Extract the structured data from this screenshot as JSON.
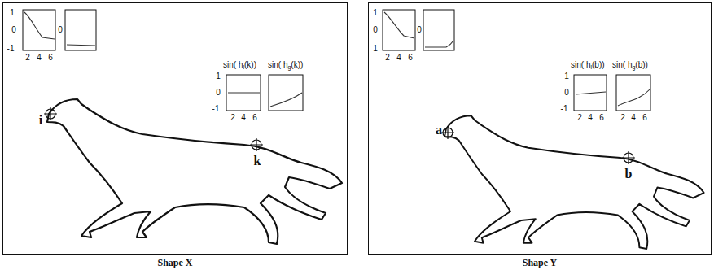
{
  "diagram": {
    "nodes": [
      {
        "text": [
          "Shape X"
        ]
      },
      {
        "text": [
          "Shape Y"
        ]
      }
    ],
    "labels": [
      "1",
      "0",
      "-1",
      "0",
      "2",
      "4",
      "6",
      "sin( h",
      "l",
      "(k))",
      "sin( h",
      "g",
      "(k))",
      "1",
      "0",
      "-1",
      "2",
      "4",
      "6",
      "i",
      "k",
      "1",
      "0",
      "1",
      "0",
      "2",
      "4",
      "6",
      "sin( h",
      "l",
      "(b))",
      "sin( h",
      "g",
      "(b))",
      "1",
      "0",
      "-1",
      "2",
      "4",
      "6",
      "2",
      "4",
      "6",
      "a",
      "b"
    ]
  }
}
